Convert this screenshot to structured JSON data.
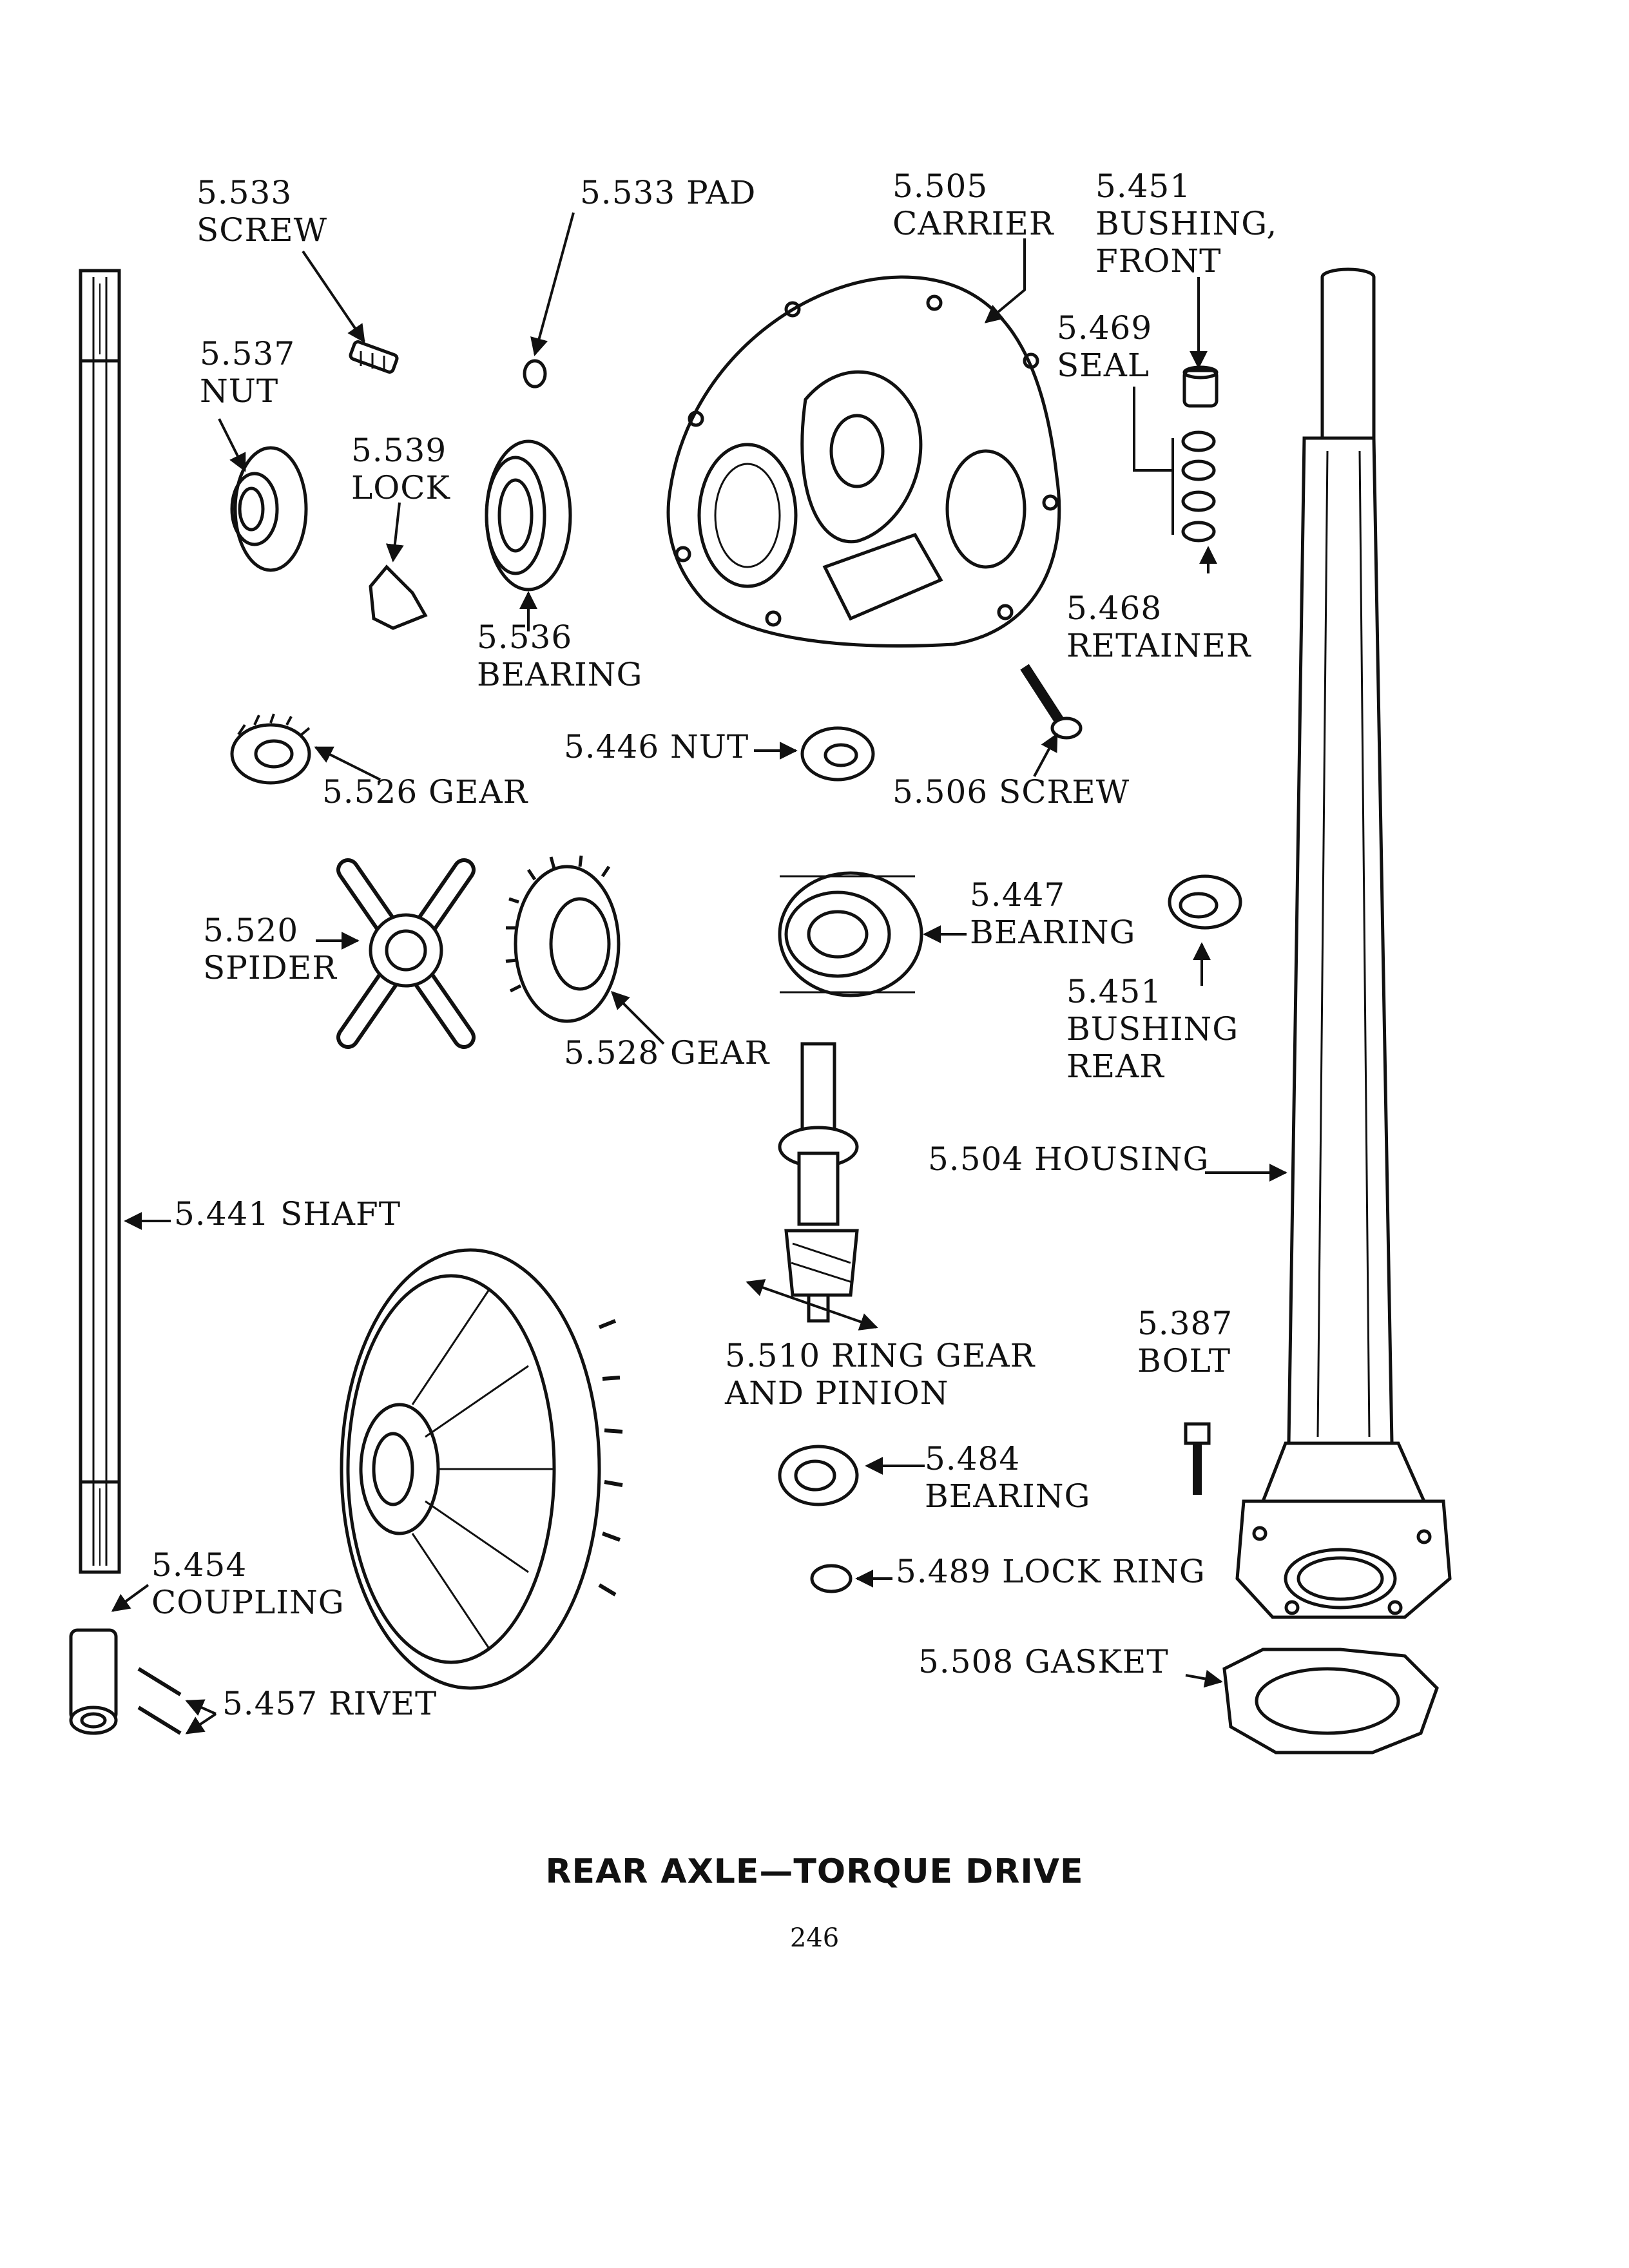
{
  "caption": "REAR AXLE—TORQUE DRIVE",
  "page_number": "246",
  "labels": {
    "screw_533": [
      "5.533",
      "SCREW"
    ],
    "pad_533": "5.533 PAD",
    "carrier_505": [
      "5.505",
      "CARRIER"
    ],
    "bushing_front_451": [
      "5.451",
      "BUSHING,",
      "FRONT"
    ],
    "seal_469": [
      "5.469",
      "SEAL"
    ],
    "nut_537": [
      "5.537",
      "NUT"
    ],
    "lock_539": [
      "5.539",
      "LOCK"
    ],
    "bearing_536": [
      "5.536",
      "BEARING"
    ],
    "retainer_468": [
      "5.468",
      "RETAINER"
    ],
    "nut_446": "5.446 NUT",
    "gear_526": "5.526 GEAR",
    "screw_506": "5.506 SCREW",
    "spider_520": [
      "5.520",
      "SPIDER"
    ],
    "gear_528": "5.528 GEAR",
    "bearing_447": [
      "5.447",
      "BEARING"
    ],
    "bushing_rear_451": [
      "5.451",
      "BUSHING",
      "REAR"
    ],
    "housing_504": "5.504 HOUSING",
    "shaft_441": "5.441 SHAFT",
    "ring_gear_510": [
      "5.510 RING GEAR",
      "AND PINION"
    ],
    "bolt_387": [
      "5.387",
      "BOLT"
    ],
    "bearing_484": [
      "5.484",
      "BEARING"
    ],
    "coupling_454": [
      "5.454",
      "COUPLING"
    ],
    "lock_ring_489": "5.489 LOCK RING",
    "rivet_457": "5.457 RIVET",
    "gasket_508": "5.508 GASKET"
  }
}
